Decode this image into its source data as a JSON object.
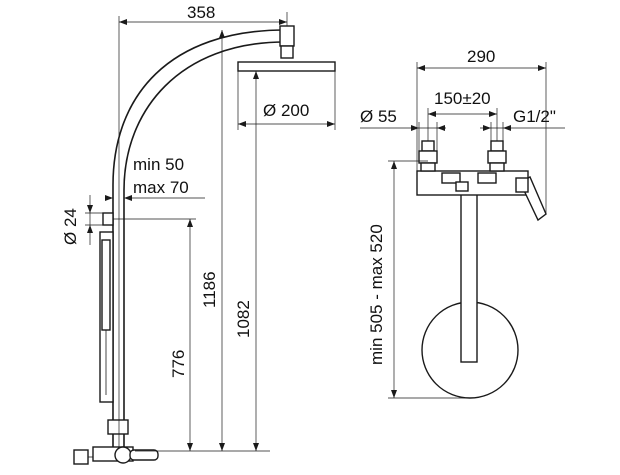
{
  "dimensions": {
    "overall_width": "358",
    "head_diameter": "Ø 200",
    "arm_min": "min 50",
    "arm_max": "max 70",
    "pipe_diameter": "Ø 24",
    "total_height": "1186",
    "head_height": "1082",
    "holder_height": "776",
    "mixer_width": "290",
    "escutcheon_diameter": "Ø 55",
    "centers": "150±20",
    "thread": "G1/2\"",
    "mixer_height": "min 505 - max 520"
  }
}
